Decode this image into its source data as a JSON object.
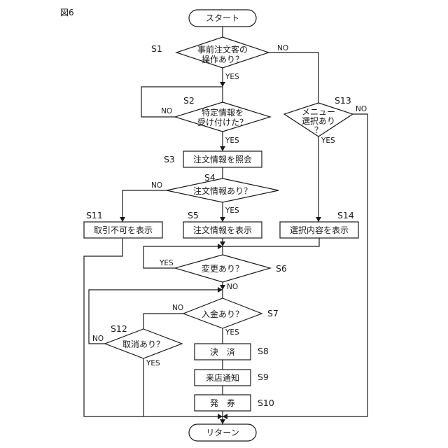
{
  "figure_label": "図6",
  "nodes": {
    "start": {
      "text": "スタート"
    },
    "s1": {
      "step": "S1",
      "line1": "事前注文客の",
      "line2": "操作あり？"
    },
    "s2": {
      "step": "S2",
      "line1": "特定情報を",
      "line2": "受け付けた？"
    },
    "s3": {
      "step": "S3",
      "text": "注文情報を照会"
    },
    "s4": {
      "step": "S4",
      "text": "注文情報あり？"
    },
    "s5": {
      "step": "S5",
      "text": "注文情報を表示"
    },
    "s6": {
      "step": "S6",
      "text": "変更あり？"
    },
    "s7": {
      "step": "S7",
      "text": "入金あり？"
    },
    "s8": {
      "step": "S8",
      "text": "決　済"
    },
    "s9": {
      "step": "S9",
      "text": "来店通知"
    },
    "s10": {
      "step": "S10",
      "text": "発　券"
    },
    "s11": {
      "step": "S11",
      "text": "取引不可を表示"
    },
    "s12": {
      "step": "S12",
      "text": "取消あり？"
    },
    "s13": {
      "step": "S13",
      "line1": "メニュー",
      "line2": "選択あり",
      "line3": "？"
    },
    "s14": {
      "step": "S14",
      "text": "選択内容を表示"
    },
    "end": {
      "text": "リターン"
    }
  },
  "branch_labels": {
    "s1_yes": "YES",
    "s1_no": "NO",
    "s2_yes": "YES",
    "s2_no": "NO",
    "s4_yes": "YES",
    "s4_no": "NO",
    "s6_yes": "YES",
    "s6_no": "NO",
    "s7_yes": "YES",
    "s7_no": "NO",
    "s12_yes": "YES",
    "s12_no": "NO",
    "s13_yes": "YES",
    "s13_no": "NO"
  }
}
